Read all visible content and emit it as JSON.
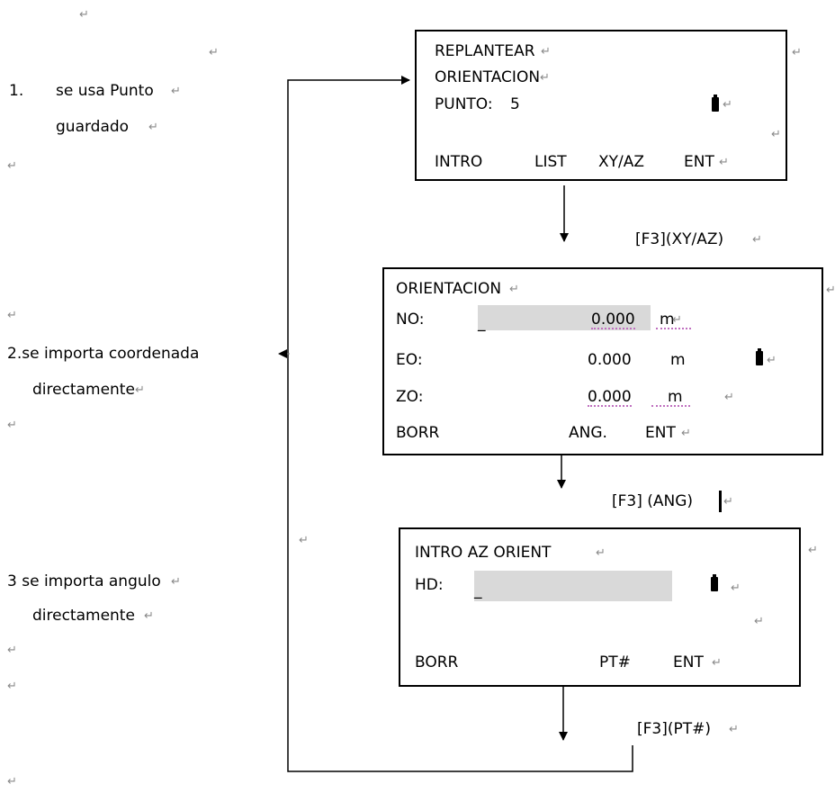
{
  "steps": [
    {
      "num": "1.",
      "label": "se usa Punto",
      "sub": "guardado"
    },
    {
      "label": "2.se importa coordenada",
      "sub": "directamente"
    },
    {
      "label": "3 se importa angulo",
      "sub": "directamente"
    }
  ],
  "screen1": {
    "line1": "REPLANTEAR",
    "line2": "ORIENTACION",
    "punto_label": "PUNTO:",
    "punto_value": "5",
    "softkeys": [
      "INTRO",
      "LIST",
      "XY/AZ",
      "ENT"
    ]
  },
  "screen2": {
    "title": "ORIENTACION",
    "rows": [
      {
        "label": "NO:",
        "cursor": "_",
        "value": "0.000",
        "unit": "m"
      },
      {
        "label": "EO:",
        "value": "0.000",
        "unit": "m"
      },
      {
        "label": "ZO:",
        "value": "0.000",
        "unit": "m"
      }
    ],
    "softkeys": [
      "BORR",
      "ANG.",
      "ENT"
    ]
  },
  "screen3": {
    "title": "INTRO AZ ORIENT",
    "hd_label": "HD:",
    "cursor": "_",
    "softkeys": [
      "BORR",
      "PT#",
      "ENT"
    ]
  },
  "transitions": [
    "[F3](XY/AZ)",
    "[F3] (ANG)",
    "[F3](PT#)"
  ],
  "para_mark": "↵",
  "colors": {
    "field": "#d9d9d9",
    "para_mark": "#8a8a8a"
  }
}
